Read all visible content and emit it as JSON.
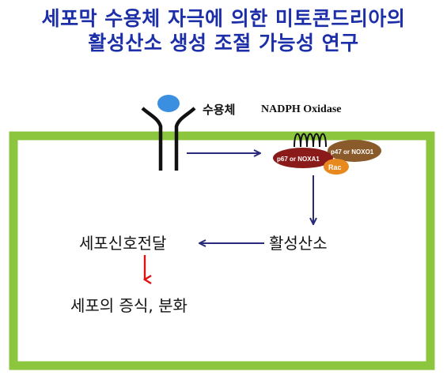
{
  "title": {
    "line1": "세포막 수용체 자극에 의한 미토콘드리아의",
    "line2": "활성산소 생성 조절 가능성 연구"
  },
  "diagram": {
    "receptor_label": "수용체",
    "enzyme_label": "NADPH Oxidase",
    "subunits": {
      "p67": "p67 or NOXA1",
      "p47": "p47 or NOXO1",
      "rac": "Rac"
    },
    "ros_label": "활성산소",
    "signaling_label": "세포신호전달",
    "outcome_label": "세포의 증식, 분화"
  },
  "colors": {
    "title": "#1c2fa8",
    "cell_border": "#8cc63f",
    "arrow_blue": "#2a2a7a",
    "arrow_red": "#e01010",
    "ligand": "#3a8fe0",
    "p67": "#8b1a1a",
    "p47": "#8b5a2b",
    "rac": "#e8891e"
  }
}
